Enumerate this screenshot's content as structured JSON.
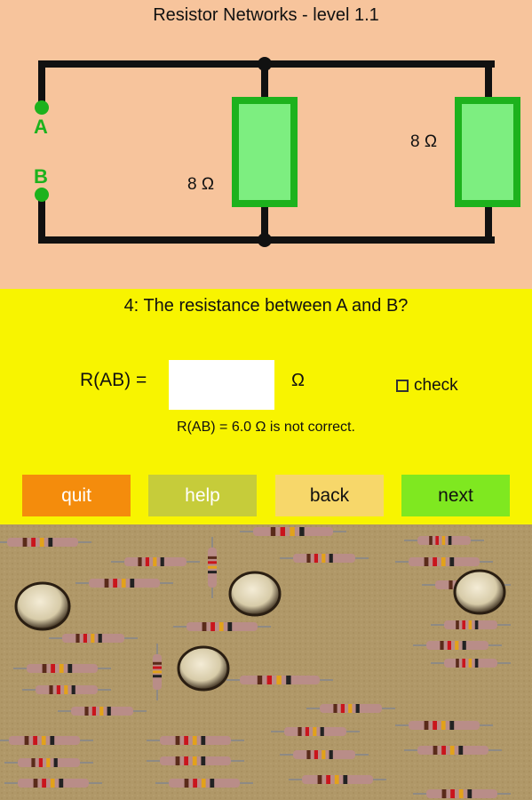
{
  "header": {
    "title": "Resistor Networks - level 1.1"
  },
  "circuit": {
    "terminal_a": "A",
    "terminal_b": "B",
    "resistor_1_value": "8 Ω",
    "resistor_2_value": "8 Ω",
    "colors": {
      "wire": "#111111",
      "terminal": "#1db21d",
      "resistor_fill": "#7dee80",
      "resistor_border": "#1db21d"
    }
  },
  "question": {
    "text": "4: The resistance between A and B?",
    "rab_label": "R(AB) =",
    "input_value": "",
    "unit": "Ω",
    "check_label": "check",
    "feedback": "R(AB) =  6.0  Ω is not correct."
  },
  "buttons": {
    "quit": "quit",
    "help": "help",
    "back": "back",
    "next": "next"
  }
}
